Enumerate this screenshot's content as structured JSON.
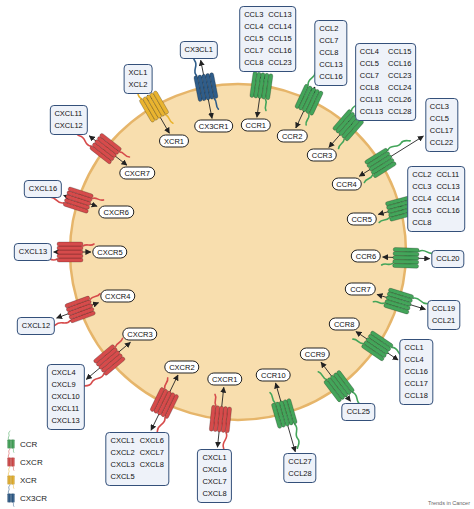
{
  "diagram": {
    "nodes": [
      {
        "text": [
          "XCL1",
          "XCL2"
        ]
      },
      {
        "text": [
          "CX3CL1"
        ]
      },
      {
        "text": [
          "CCL3",
          "CCL4",
          "CCL5",
          "CCL7",
          "CCL8",
          "CCL13",
          "CCL14",
          "CCL15",
          "CCL16",
          "CCL23"
        ]
      },
      {
        "text": [
          "CCL2",
          "CCL7",
          "CCL8",
          "CCL13",
          "CCL16"
        ]
      },
      {
        "text": [
          "CCL4",
          "CCL5",
          "CCL7",
          "CCL8",
          "CCL11",
          "CCL13",
          "CCL15",
          "CCL16",
          "CCL23",
          "CCL24",
          "CCL26",
          "CCL28"
        ]
      },
      {
        "text": [
          "CCL3",
          "CCL5",
          "CCL17",
          "CCL22"
        ]
      },
      {
        "text": [
          "CCL2",
          "CCL3",
          "CCL4",
          "CCL5",
          "CCL8",
          "CCL11",
          "CCL13",
          "CCL14",
          "CCL16"
        ]
      },
      {
        "text": [
          "CCL20"
        ]
      },
      {
        "text": [
          "CCL19",
          "CCL21"
        ]
      },
      {
        "text": [
          "CCL1",
          "CCL4",
          "CCL16",
          "CCL17",
          "CCL18"
        ]
      },
      {
        "text": [
          "CCL25"
        ]
      },
      {
        "text": [
          "CCL27",
          "CCL28"
        ]
      },
      {
        "text": [
          "CXCL1",
          "CXCL6",
          "CXCL7",
          "CXCL8"
        ]
      },
      {
        "text": [
          "CXCL1",
          "CXCL2",
          "CXCL3",
          "CXCL5",
          "CXCL6",
          "CXCL7",
          "CXCL8"
        ]
      },
      {
        "text": [
          "CXCL4",
          "CXCL9",
          "CXCL10",
          "CXCL11",
          "CXCL13"
        ]
      },
      {
        "text": [
          "CXCL12"
        ]
      },
      {
        "text": [
          "CXCL13"
        ]
      },
      {
        "text": [
          "CXCL16"
        ]
      },
      {
        "text": [
          "CXCL11",
          "CXCL12"
        ]
      },
      {
        "text": [
          "XCR1"
        ]
      },
      {
        "text": [
          "CX3CR1"
        ]
      },
      {
        "text": [
          "CCR1"
        ]
      },
      {
        "text": [
          "CCR2"
        ]
      },
      {
        "text": [
          "CCR3"
        ]
      },
      {
        "text": [
          "CCR4"
        ]
      },
      {
        "text": [
          "CCR5"
        ]
      },
      {
        "text": [
          "CCR6"
        ]
      },
      {
        "text": [
          "CCR7"
        ]
      },
      {
        "text": [
          "CCR8"
        ]
      },
      {
        "text": [
          "CCR9"
        ]
      },
      {
        "text": [
          "CCR10"
        ]
      },
      {
        "text": [
          "CXCR1"
        ]
      },
      {
        "text": [
          "CXCR2"
        ]
      },
      {
        "text": [
          "CXCR3"
        ]
      },
      {
        "text": [
          "CXCR4"
        ]
      },
      {
        "text": [
          "CXCR5"
        ]
      },
      {
        "text": [
          "CXCR6"
        ]
      },
      {
        "text": [
          "CXCR7"
        ]
      }
    ],
    "edges": [
      {
        "from": 0,
        "to": 19,
        "arrow": "both"
      },
      {
        "from": 1,
        "to": 20,
        "arrow": "both"
      },
      {
        "from": 2,
        "to": 21,
        "arrow": "both"
      },
      {
        "from": 3,
        "to": 22,
        "arrow": "both"
      },
      {
        "from": 4,
        "to": 23,
        "arrow": "both"
      },
      {
        "from": 5,
        "to": 24,
        "arrow": "both"
      },
      {
        "from": 6,
        "to": 25,
        "arrow": "both"
      },
      {
        "from": 7,
        "to": 26,
        "arrow": "both"
      },
      {
        "from": 8,
        "to": 27,
        "arrow": "both"
      },
      {
        "from": 9,
        "to": 28,
        "arrow": "both"
      },
      {
        "from": 10,
        "to": 29,
        "arrow": "both"
      },
      {
        "from": 11,
        "to": 30,
        "arrow": "both"
      },
      {
        "from": 12,
        "to": 31,
        "arrow": "both"
      },
      {
        "from": 13,
        "to": 32,
        "arrow": "both"
      },
      {
        "from": 14,
        "to": 33,
        "arrow": "both"
      },
      {
        "from": 15,
        "to": 34,
        "arrow": "both"
      },
      {
        "from": 16,
        "to": 35,
        "arrow": "both"
      },
      {
        "from": 17,
        "to": 36,
        "arrow": "both"
      },
      {
        "from": 18,
        "to": 37,
        "arrow": "both"
      }
    ],
    "labels": [
      "Trends in Cancer"
    ],
    "legend": [
      {
        "text": "CCR"
      },
      {
        "text": "CXCR"
      },
      {
        "text": "XCR"
      },
      {
        "text": "CX3CR"
      }
    ]
  }
}
